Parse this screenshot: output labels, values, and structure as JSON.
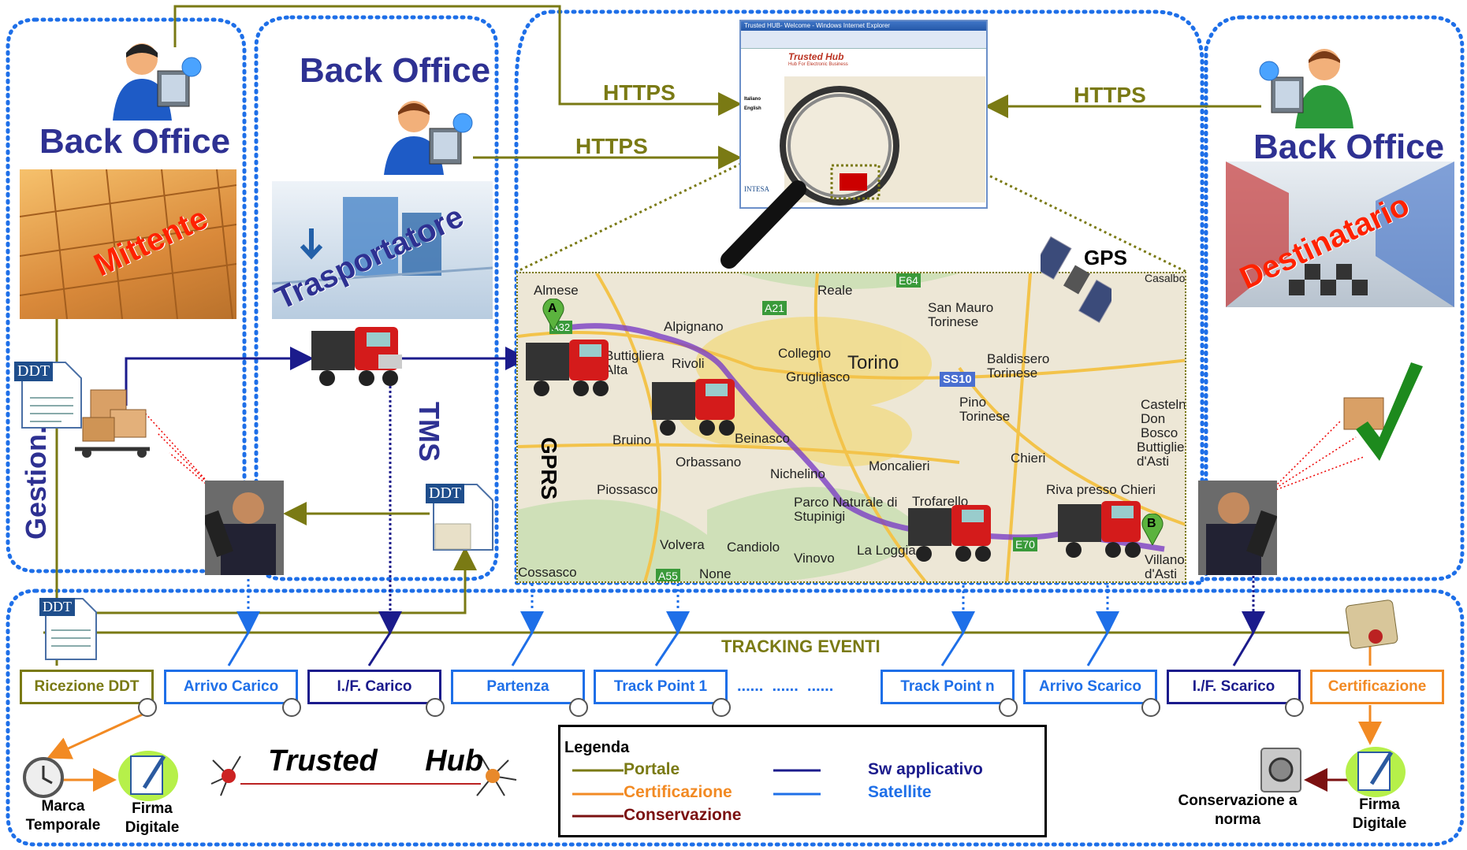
{
  "back_office": {
    "mittente": "Back Office",
    "trasportatore": "Back Office",
    "destinatario": "Back Office"
  },
  "roles": {
    "mittente": "Mittente",
    "trasportatore": "Trasportatore",
    "destinatario": "Destinatario"
  },
  "vertical_labels": {
    "gestion": "Gestion.",
    "tms": "TMS",
    "gprs": "GPRS"
  },
  "https": [
    "HTTPS",
    "HTTPS",
    "HTTPS"
  ],
  "gps": "GPS",
  "documents": {
    "ddt": "DDT"
  },
  "browser": {
    "title": "Trusted HUB- Welcome - Windows Internet Explorer",
    "brand": "Trusted Hub",
    "tagline": "Hub For Electronic Business",
    "languages": [
      "Italiano",
      "English"
    ],
    "footer": "INTESA"
  },
  "map": {
    "places": [
      "Almese",
      "Reale",
      "San Mauro Torinese",
      "Alpignano",
      "Collegno",
      "Torino",
      "Baldissero Torinese",
      "Rivoli",
      "Grugliasco",
      "Pino Torinese",
      "Castelnuovo Don Bosco",
      "Bruino",
      "Beinasco",
      "Orbassano",
      "Chieri",
      "Buttigliera d'Asti",
      "Piossasco",
      "Nichelino",
      "Moncalieri",
      "Parco Naturale di Stupinigi",
      "Trofarello",
      "Riva presso Chieri",
      "Volvera",
      "Candiolo",
      "Vinovo",
      "La Loggia",
      "None",
      "Cossasco",
      "Villanova d'Asti",
      "Casalborgone",
      "Buttigliera Alta"
    ],
    "markers": [
      "A",
      "B"
    ],
    "roads": [
      "A32",
      "E64",
      "SS10",
      "E70",
      "A55",
      "A21"
    ]
  },
  "tracking_label": "TRACKING EVENTI",
  "events": [
    {
      "label": "Ricezione DDT",
      "color": "#7a7a14"
    },
    {
      "label": "Arrivo Carico",
      "color": "#1e6fe8"
    },
    {
      "label": "I./F. Carico",
      "color": "#1b1b8c"
    },
    {
      "label": "Partenza",
      "color": "#1e6fe8"
    },
    {
      "label": "Track Point 1",
      "color": "#1e6fe8"
    },
    {
      "label": "Track Point n",
      "color": "#1e6fe8"
    },
    {
      "label": "Arrivo Scarico",
      "color": "#1e6fe8"
    },
    {
      "label": "I./F. Scarico",
      "color": "#1b1b8c"
    },
    {
      "label": "Certificazione",
      "color": "#f28a23"
    }
  ],
  "ellipsis": "......  ......  ......",
  "bottom": {
    "marca_temporale": "Marca Temporale",
    "firma_digitale": "Firma Digitale",
    "conservazione": "Conservazione a norma",
    "firma_digitale_2": "Firma Digitale",
    "logo": "Trusted Hub"
  },
  "legend": {
    "title": "Legenda",
    "items": [
      {
        "label": "Portale",
        "color": "#7a7a14"
      },
      {
        "label": "Certificazione",
        "color": "#f28a23"
      },
      {
        "label": "Conservazione",
        "color": "#7b1010"
      },
      {
        "label": "Sw applicativo",
        "color": "#1b1b8c"
      },
      {
        "label": "Satellite",
        "color": "#1e6fe8"
      }
    ]
  }
}
